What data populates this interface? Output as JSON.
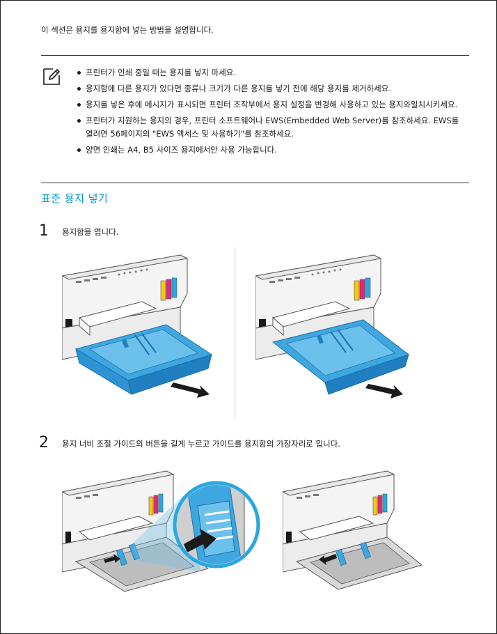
{
  "intro": "이 섹션은 용지를 용지함에 넣는 방법을 설명합니다.",
  "notes": [
    "프린터가 인쇄 중일 때는 용지를 넣지 마세요.",
    "용지함에 다른 용지가 있다면 종류나 크기가 다른 용지를 넣기 전에 해당 용지를 제거하세요.",
    "용지를 넣은 후에 메시지가 표시되면 프린터 조작부에서 용지 설정을 변경해 사용하고 있는 용지와일치시키세요.",
    "프린터가 지원하는 용지의 경우, 프린터 소프트웨어나 EWS(Embedded Web Server)를 참조하세요. EWS를 열려면 56페이지의 \"EWS 액세스 및 사용하기\"를 참조하세요.",
    "양면 인쇄는 A4, B5 사이즈 용지에서만 사용 가능합니다."
  ],
  "section_title": "표준 용지 넣기",
  "steps": [
    {
      "number": "1",
      "text": "용지함을 엽니다."
    },
    {
      "number": "2",
      "text": "용지 너비 조절 가이드의 버튼을 길게 누르고 가이드를 용지함의 가장자리로 밉니다."
    }
  ],
  "colors": {
    "accent": "#0096d6",
    "tray_blue": "#3ea7e0",
    "tray_blue_dark": "#1f7fc0",
    "ink_yellow": "#f2c811",
    "ink_magenta": "#e0287a",
    "ink_cyan": "#29a8e0",
    "ink_black": "#1a1a1a"
  },
  "icons": {
    "note": "pencil-note-icon"
  }
}
